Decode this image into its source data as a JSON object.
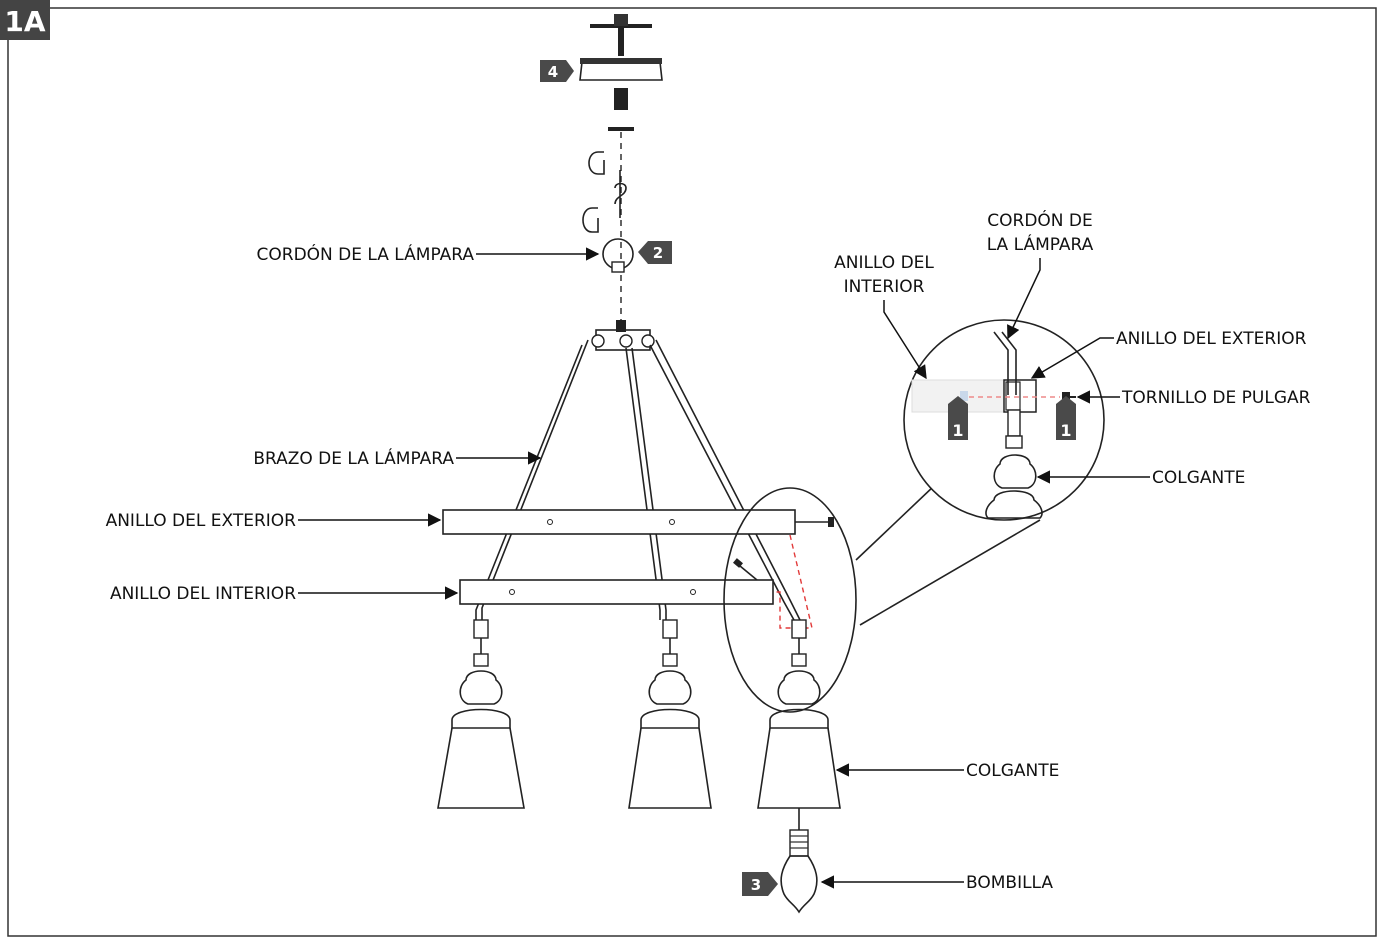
{
  "figure_id": "1A",
  "badges": {
    "canopy": "4",
    "loop": "2",
    "bulb": "3",
    "detail_left": "1",
    "detail_right": "1"
  },
  "labels": {
    "cord_main": "CORDÓN DE LA LÁMPARA",
    "arm": "BRAZO DE LA LÁMPARA",
    "outer_ring": "ANILLO DEL EXTERIOR",
    "inner_ring": "ANILLO DEL INTERIOR",
    "pendant": "COLGANTE",
    "bulb": "BOMBILLA",
    "detail_cord_l1": "CORDÓN DE",
    "detail_cord_l2": "LA LÁMPARA",
    "detail_inner_l1": "ANILLO DEL",
    "detail_inner_l2": "INTERIOR",
    "detail_outer": "ANILLO DEL EXTERIOR",
    "detail_thumbscrew": "TORNILLO DE PULGAR",
    "detail_pendant": "COLGANTE"
  },
  "colors": {
    "badge": "#4a4a4a",
    "guide_dash": "#e23a3a",
    "line": "#222222"
  }
}
